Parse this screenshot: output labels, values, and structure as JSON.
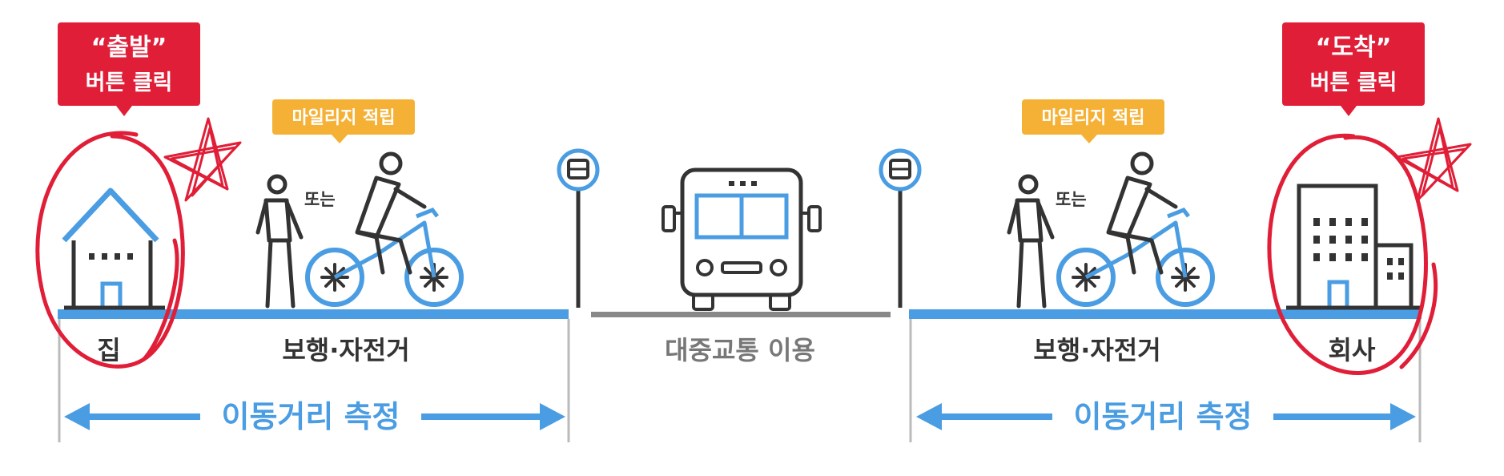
{
  "colors": {
    "red": "#E01E37",
    "blue": "#4A9DE2",
    "orange": "#F5B135",
    "dark": "#333333",
    "gray": "#777777",
    "light_gray": "#BBBBBB"
  },
  "start_callout": {
    "line1": "“출발”",
    "line2": "버튼 클릭"
  },
  "end_callout": {
    "line1": "“도착”",
    "line2": "버튼 클릭"
  },
  "mileage_left": "마일리지 적립",
  "mileage_right": "마일리지 적립",
  "or_left": "또는",
  "or_right": "또는",
  "labels": {
    "home": "집",
    "walk_bike_left": "보행·자전거",
    "transit": "대중교통 이용",
    "walk_bike_right": "보행·자전거",
    "office": "회사"
  },
  "measure_left": "이동거리 측정",
  "measure_right": "이동거리 측정",
  "icons": [
    "house-icon",
    "walker-icon",
    "cyclist-icon",
    "bus-stop-icon",
    "bus-icon",
    "building-icon",
    "star-doodle-icon"
  ]
}
